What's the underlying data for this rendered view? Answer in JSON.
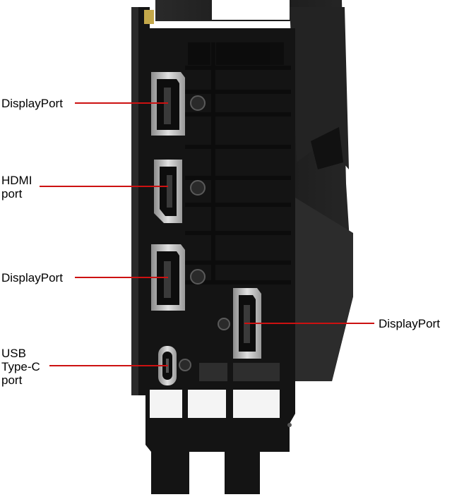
{
  "labels": {
    "displayport_top": "DisplayPort",
    "hdmi": [
      "HDMI",
      "port"
    ],
    "displayport_middle": "DisplayPort",
    "usb_c": [
      "USB",
      "Type-C",
      "port"
    ],
    "displayport_right": "DisplayPort"
  },
  "colors": {
    "leader_line": "#cc1111",
    "bracket": "#141414",
    "cooler": "#1c1c1c",
    "connector_metal": "#b8b8b8"
  }
}
